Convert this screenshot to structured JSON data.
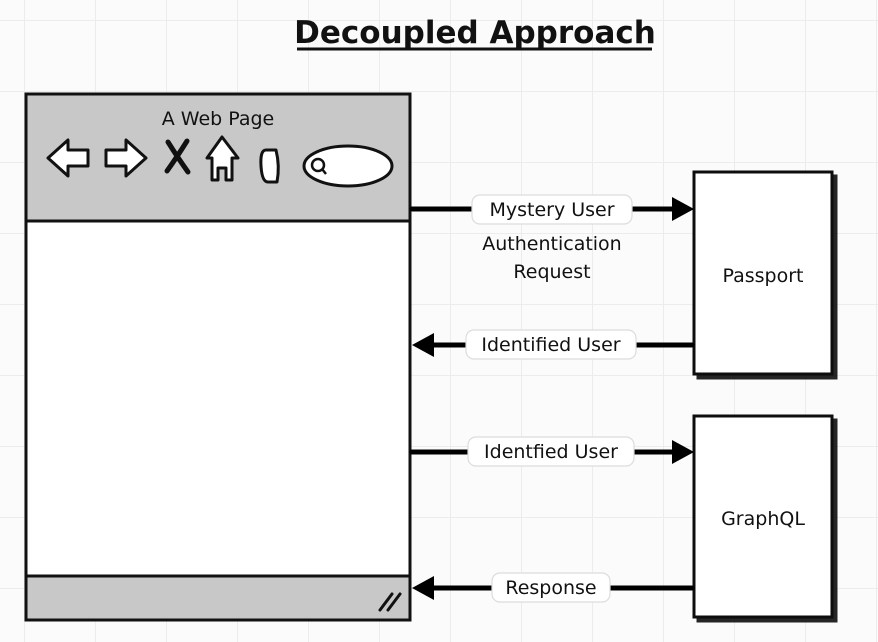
{
  "title": "Decoupled Approach",
  "browser": {
    "page_title": "A Web Page",
    "icons": [
      "back-arrow-icon",
      "forward-arrow-icon",
      "close-icon",
      "home-icon",
      "bookmark-icon",
      "search-icon"
    ]
  },
  "boxes": {
    "passport": "Passport",
    "graphql": "GraphQL"
  },
  "arrows": {
    "mystery_user": "Mystery User",
    "auth_request_line1": "Authentication",
    "auth_request_line2": "Request",
    "identified_user": "Identified User",
    "identfied_user": "Identfied User",
    "response": "Response"
  },
  "colors": {
    "browser_chrome": "#c8c8c8",
    "outline": "#111111",
    "box_fill": "#ffffff"
  }
}
